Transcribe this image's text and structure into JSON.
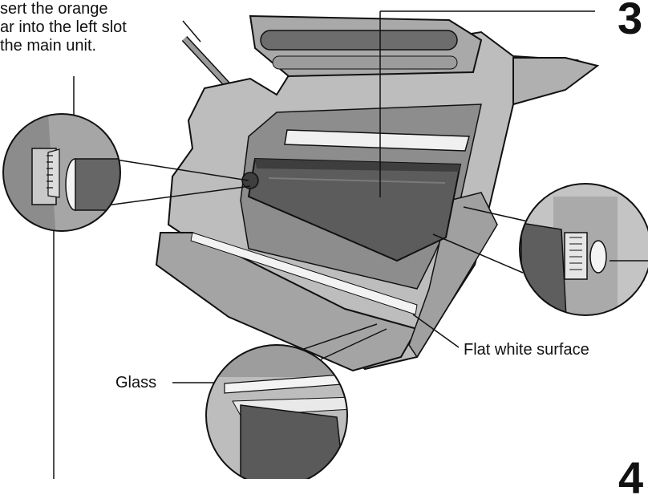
{
  "instruction": {
    "lines": [
      "sert the orange",
      "ar into the left slot",
      "the main unit."
    ]
  },
  "labels": {
    "flat_white_surface": "Flat white surface",
    "glass": "Glass"
  },
  "steps": {
    "step3": "3",
    "step4": "4"
  },
  "colors": {
    "body_gray": "#b8b8b8",
    "dark_gray": "#5c5c5c",
    "roller_dark": "#6a6a6a",
    "outline": "#111111"
  }
}
